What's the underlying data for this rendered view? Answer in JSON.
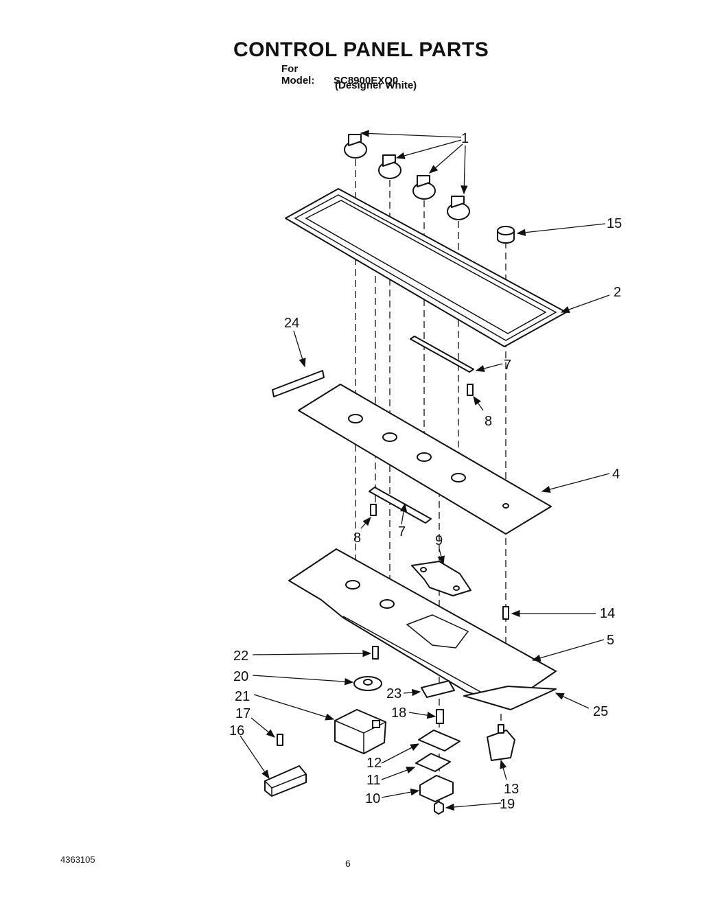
{
  "header": {
    "title": "CONTROL PANEL PARTS",
    "model_label": "For Model:",
    "model_number": "SC8900EXQ0",
    "variant": "(Designer White)"
  },
  "footer": {
    "document_number": "4363105",
    "page_number": "6"
  },
  "callouts": {
    "c1": "1",
    "c2": "2",
    "c4": "4",
    "c5": "5",
    "c7a": "7",
    "c7b": "7",
    "c8a": "8",
    "c8b": "8",
    "c9": "9",
    "c10": "10",
    "c11": "11",
    "c12": "12",
    "c13": "13",
    "c14": "14",
    "c15": "15",
    "c16": "16",
    "c17": "17",
    "c18": "18",
    "c19": "19",
    "c20": "20",
    "c21": "21",
    "c22": "22",
    "c23": "23",
    "c24": "24",
    "c25": "25"
  }
}
